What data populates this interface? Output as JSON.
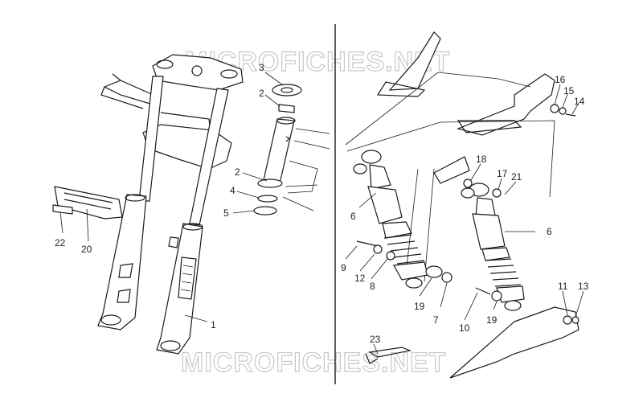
{
  "watermark": {
    "top": "MICROFICHES.NET",
    "bottom": "MICROFICHES.NET"
  },
  "callouts": {
    "c1": "1",
    "c2a": "2",
    "c2b": "2",
    "c3": "3",
    "c4": "4",
    "c5": "5",
    "c6a": "6",
    "c6b": "6",
    "c7": "7",
    "c8": "8",
    "c9": "9",
    "c10": "10",
    "c11": "11",
    "c12": "12",
    "c13": "13",
    "c14": "14",
    "c15": "15",
    "c16": "16",
    "c17": "17",
    "c18": "18",
    "c19a": "19",
    "c19b": "19",
    "c20": "20",
    "c21": "21",
    "c22": "22",
    "c23": "23"
  }
}
